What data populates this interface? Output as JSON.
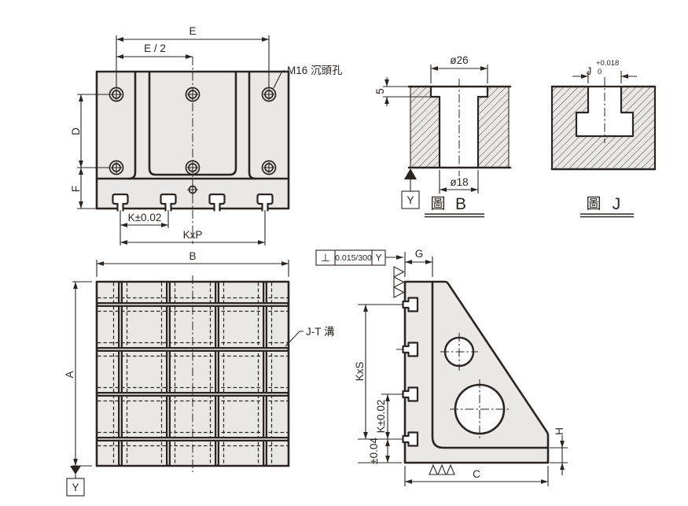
{
  "colors": {
    "background": "#ffffff",
    "surface": "#e9e8e6",
    "line": "#2a2522"
  },
  "front_view": {
    "dim_e": "E",
    "dim_e_half": "E / 2",
    "hole_label": "M16 沉頭孔",
    "dim_d": "D",
    "dim_f": "F",
    "dim_k": "K±0.02",
    "dim_kxp": "KxP"
  },
  "detail_b": {
    "dia_counterbore": "ø26",
    "counterbore_depth": "5",
    "dia_hole": "ø18",
    "datum_label": "Y",
    "fig_prefix": "圖",
    "fig_name": "B"
  },
  "detail_j": {
    "dim_j": "J",
    "tol_upper": "+0.018",
    "tol_lower": "0",
    "fig_prefix": "圖",
    "fig_name": "J"
  },
  "top_view": {
    "dim_b": "B",
    "dim_a": "A",
    "slot_label": "J-T 溝",
    "datum_label": "Y"
  },
  "side_view": {
    "fcf_symbol": "⊥",
    "fcf_tolerance": "0.015/300",
    "fcf_datum": "Y",
    "dim_g": "G",
    "dim_kxs": "KxS",
    "dim_k": "K±0.02",
    "dim_tol": "±0.04",
    "dim_c": "C",
    "dim_h": "H"
  }
}
